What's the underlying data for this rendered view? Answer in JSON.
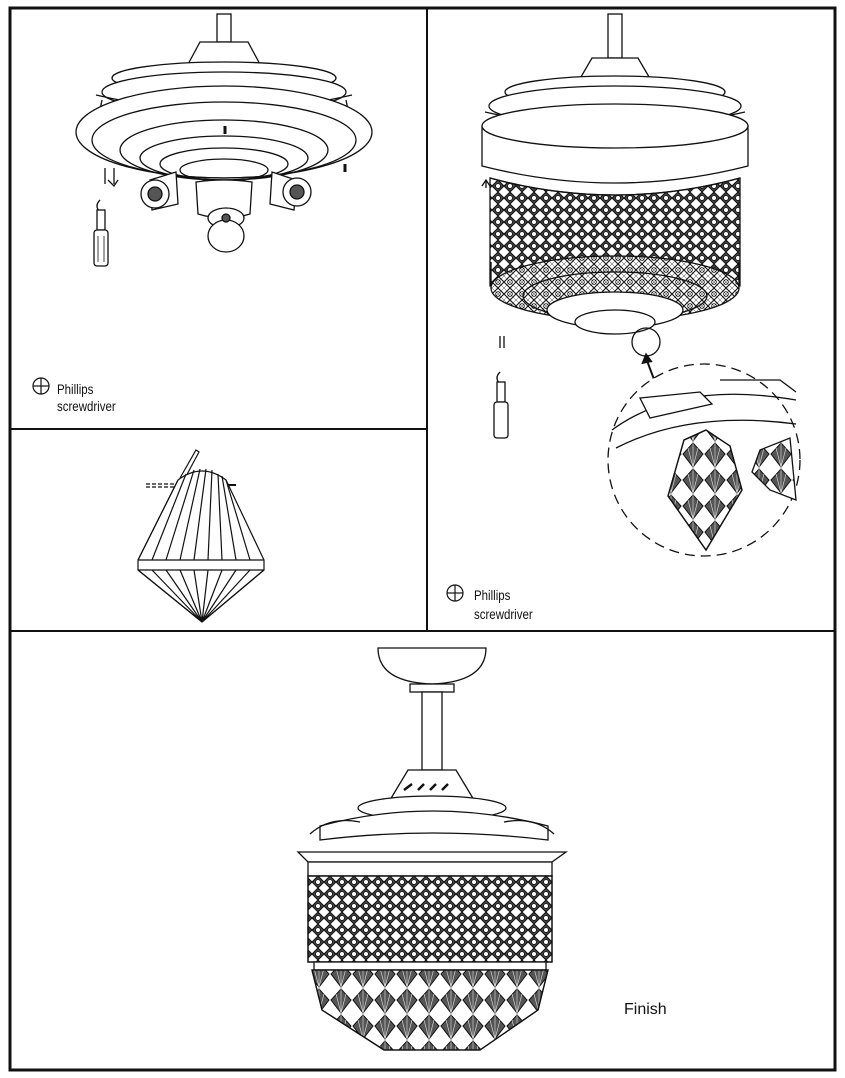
{
  "panels": {
    "top_left": {
      "tool_name": "Phillips",
      "tool_type": "screwdriver",
      "tool_icon": "phillips-cross-icon"
    },
    "top_right": {
      "tool_name": "Phillips",
      "tool_type": "screwdriver",
      "tool_icon": "phillips-cross-icon"
    },
    "middle_left": {},
    "bottom": {
      "caption": "Finish"
    }
  },
  "colors": {
    "line": "#111111",
    "background": "#ffffff"
  }
}
